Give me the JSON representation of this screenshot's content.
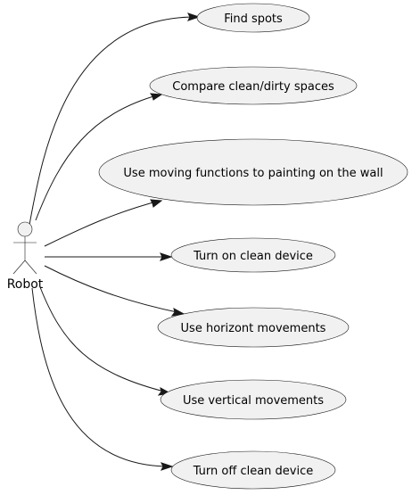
{
  "actor": {
    "name": "Robot"
  },
  "use_cases": [
    {
      "id": "find-spots",
      "label": "Find spots"
    },
    {
      "id": "compare-spaces",
      "label": "Compare clean/dirty spaces"
    },
    {
      "id": "moving-functions",
      "label": "Use moving functions to painting on the wall"
    },
    {
      "id": "turn-on-device",
      "label": "Turn on clean device"
    },
    {
      "id": "horizont-movements",
      "label": "Use horizont movements"
    },
    {
      "id": "vertical-movements",
      "label": "Use vertical movements"
    },
    {
      "id": "turn-off-device",
      "label": "Turn off clean device"
    }
  ],
  "associations": [
    {
      "from": "Robot",
      "to": "Find spots"
    },
    {
      "from": "Robot",
      "to": "Compare clean/dirty spaces"
    },
    {
      "from": "Robot",
      "to": "Use moving functions to painting on the wall"
    },
    {
      "from": "Robot",
      "to": "Turn on clean device"
    },
    {
      "from": "Robot",
      "to": "Use horizont movements"
    },
    {
      "from": "Robot",
      "to": "Use vertical movements"
    },
    {
      "from": "Robot",
      "to": "Turn off clean device"
    }
  ]
}
